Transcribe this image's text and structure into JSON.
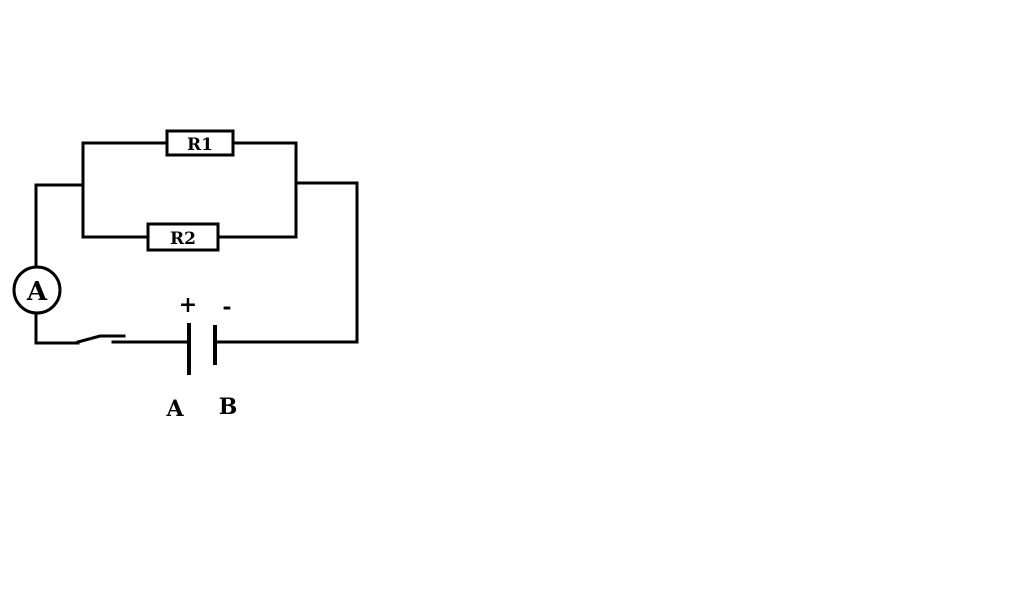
{
  "diagram": {
    "resistor_1": "R1",
    "resistor_2": "R2",
    "ammeter": "A",
    "positive_sign": "+",
    "negative_sign": "-",
    "terminal_a": "A",
    "terminal_b": "B"
  },
  "colors": {
    "ink": "#000000",
    "background": "#ffffff"
  }
}
